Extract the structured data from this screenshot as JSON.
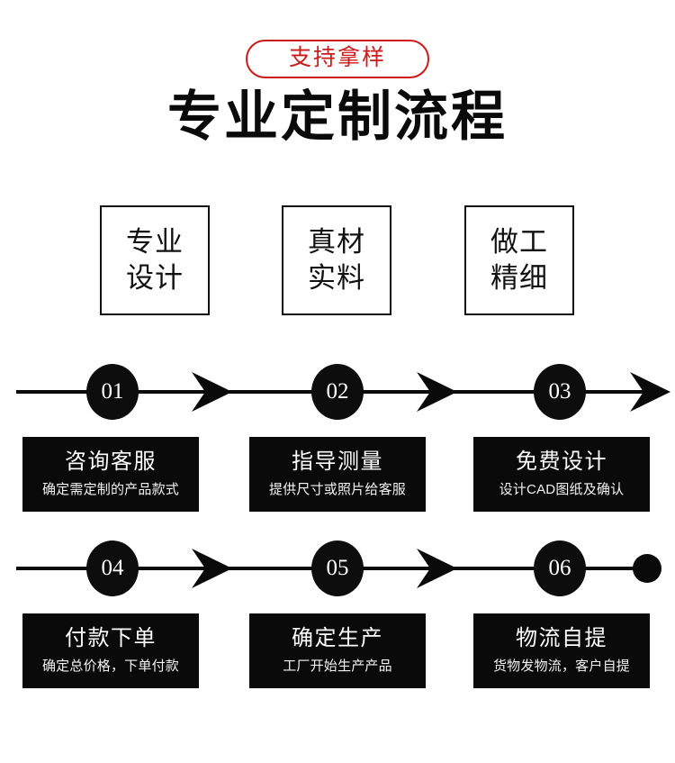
{
  "badge": {
    "label": "支持拿样"
  },
  "title": {
    "text": "专业定制流程"
  },
  "features": [
    {
      "line1": "专业",
      "line2": "设计"
    },
    {
      "line1": "真材",
      "line2": "实料"
    },
    {
      "line1": "做工",
      "line2": "精细"
    }
  ],
  "rows": [
    {
      "steps": [
        {
          "number": "01",
          "title": "咨询客服",
          "sub": "确定需定制的产品款式"
        },
        {
          "number": "02",
          "title": "指导测量",
          "sub": "提供尺寸或照片给客服"
        },
        {
          "number": "03",
          "title": "免费设计",
          "sub": "设计CAD图纸及确认"
        }
      ],
      "end_marker": "arrow"
    },
    {
      "steps": [
        {
          "number": "04",
          "title": "付款下单",
          "sub": "确定总价格，下单付款"
        },
        {
          "number": "05",
          "title": "确定生产",
          "sub": "工厂开始生产产品"
        },
        {
          "number": "06",
          "title": "物流自提",
          "sub": "货物发物流，客户自提"
        }
      ],
      "end_marker": "dot"
    }
  ],
  "colors": {
    "accent_red": "#cc1a1a",
    "ink": "#0a0a0a",
    "paper": "#ffffff"
  }
}
